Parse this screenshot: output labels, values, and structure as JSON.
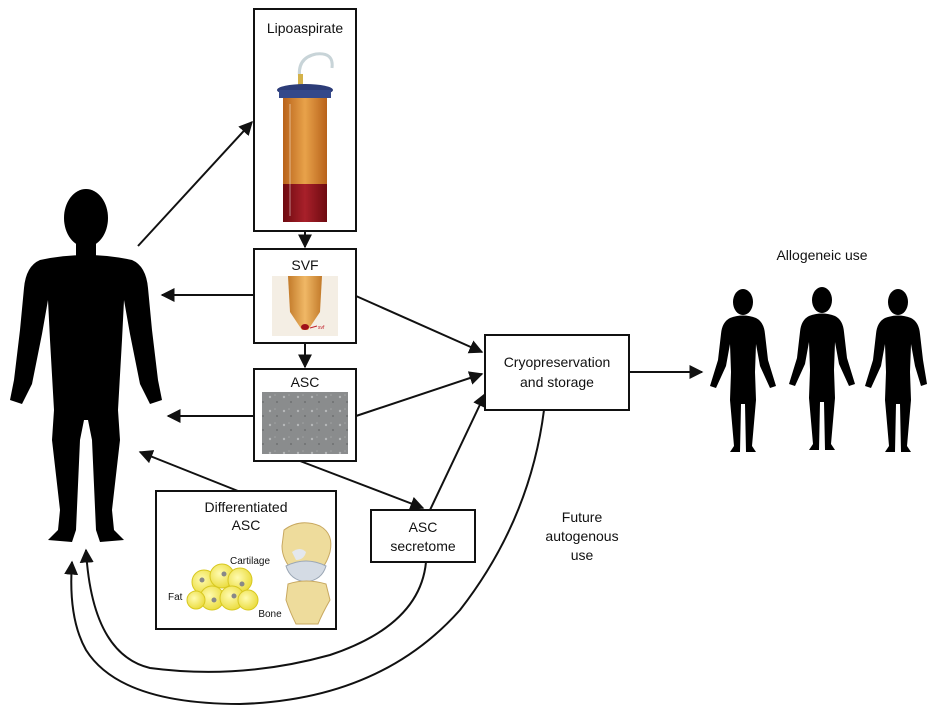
{
  "lipoaspirate": {
    "title": "Lipoaspirate"
  },
  "svf": {
    "title": "SVF",
    "tube_label": "svf"
  },
  "asc": {
    "title": "ASC"
  },
  "differentiated": {
    "title_line1": "Differentiated",
    "title_line2": "ASC",
    "fat_label": "Fat",
    "cartilage_label": "Cartilage",
    "bone_label": "Bone"
  },
  "secretome": {
    "line1": "ASC",
    "line2": "secretome"
  },
  "cryo": {
    "line1": "Cryopreservation",
    "line2": "and storage"
  },
  "future": {
    "line1": "Future",
    "line2": "autogenous",
    "line3": "use"
  },
  "allogeneic": {
    "label": "Allogeneic use"
  }
}
